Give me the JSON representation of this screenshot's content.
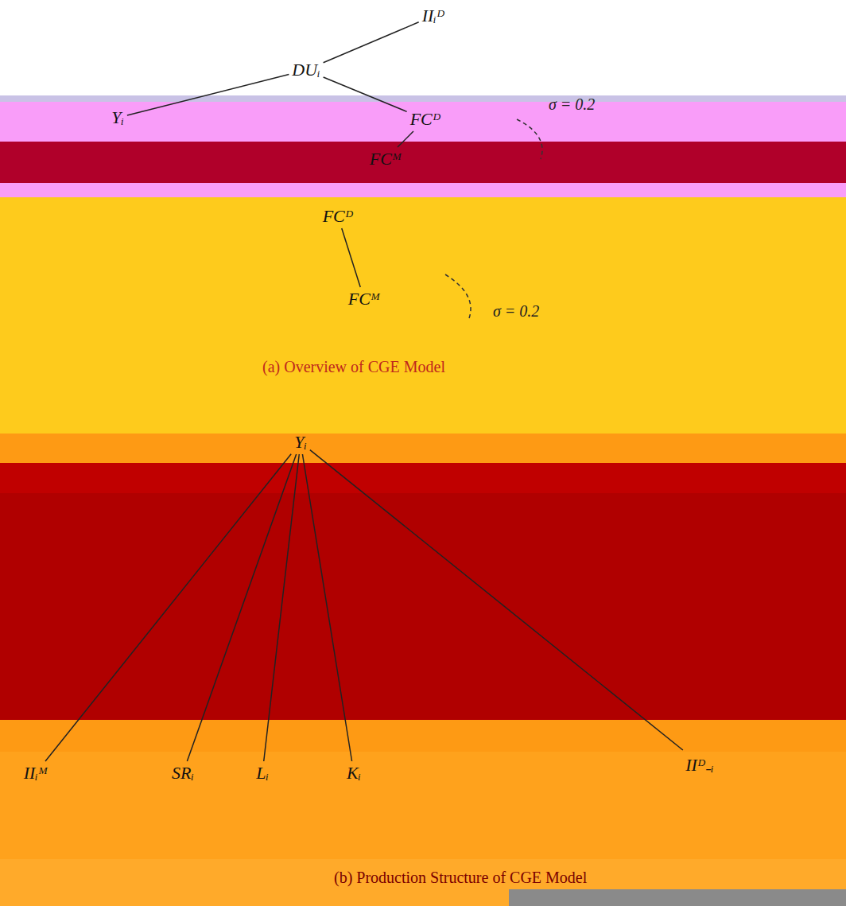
{
  "diagram": {
    "nodes": [
      {
        "text": [
          "IIᵢᴰ"
        ]
      },
      {
        "text": [
          "DUᵢ"
        ]
      },
      {
        "text": [
          "Yᵢ"
        ]
      },
      {
        "text": [
          "FCᴰ"
        ]
      },
      {
        "text": [
          "FCᴹ"
        ]
      },
      {
        "text": [
          "FCᴰ"
        ]
      },
      {
        "text": [
          "FCᴹ"
        ]
      },
      {
        "text": [
          "Yᵢ"
        ]
      },
      {
        "text": [
          "IIᵢᴹ"
        ]
      },
      {
        "text": [
          "SRᵢ"
        ]
      },
      {
        "text": [
          "Lᵢ"
        ]
      },
      {
        "text": [
          "Kᵢ"
        ]
      },
      {
        "text": [
          "IIᴰ₋ᵢ"
        ]
      }
    ],
    "edges": [
      {
        "from": 1,
        "to": 0,
        "arrow": "none"
      },
      {
        "from": 1,
        "to": 2,
        "arrow": "none"
      },
      {
        "from": 1,
        "to": 3,
        "arrow": "none"
      },
      {
        "from": 3,
        "to": 4,
        "arrow": "none"
      },
      {
        "from": 5,
        "to": 6,
        "arrow": "none"
      },
      {
        "from": 7,
        "to": 8,
        "arrow": "none"
      },
      {
        "from": 7,
        "to": 9,
        "arrow": "none"
      },
      {
        "from": 7,
        "to": 10,
        "arrow": "none"
      },
      {
        "from": 7,
        "to": 11,
        "arrow": "none"
      },
      {
        "from": 7,
        "to": 12,
        "arrow": "none"
      }
    ],
    "labels": [
      "σ = 0.2",
      "σ = 0.2",
      "(a) Overview of CGE Model",
      "(b) Production Structure of CGE Model"
    ]
  }
}
